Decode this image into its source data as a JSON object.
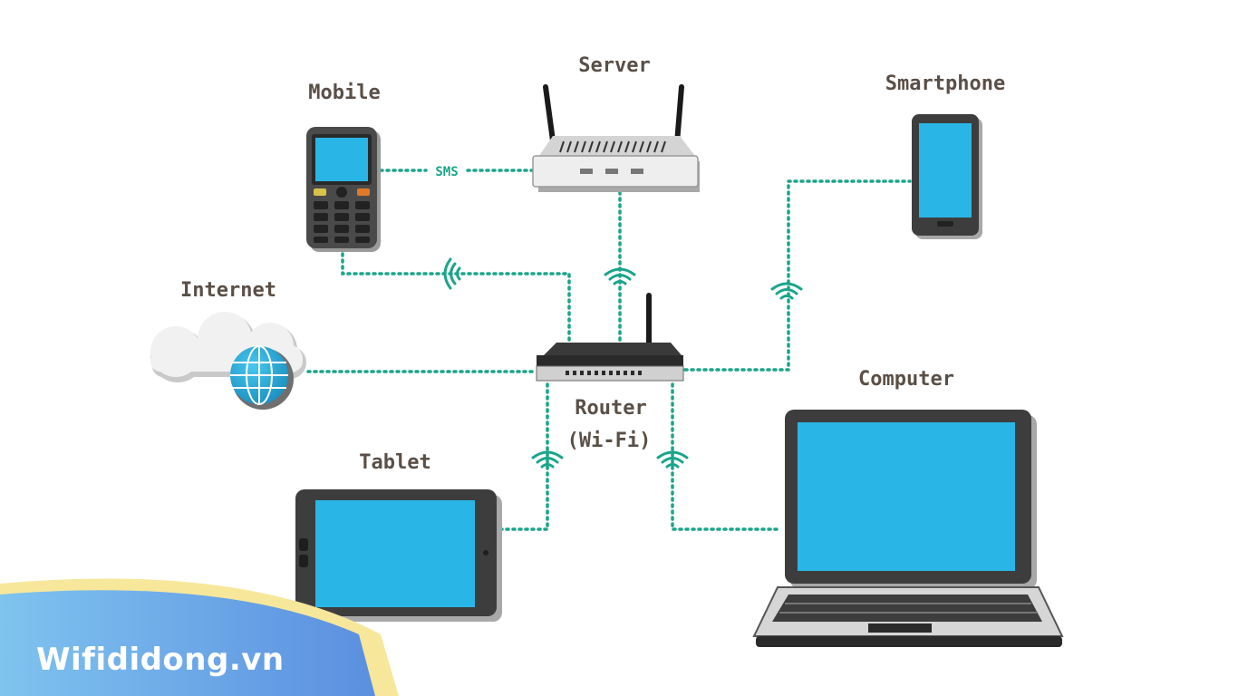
{
  "labels": {
    "mobile": "Mobile",
    "server": "Server",
    "smartphone": "Smartphone",
    "internet": "Internet",
    "router_line1": "Router",
    "router_line2": "(Wi-Fi)",
    "computer": "Computer",
    "tablet": "Tablet",
    "sms": "SMS"
  },
  "brand": {
    "text": "Wifididong.vn"
  },
  "colors": {
    "link": "#1aa58a",
    "screen": "#29b6e6",
    "device_body": "#3d3d3d",
    "label": "#5a4f46",
    "brand_blue": "#5aa3e6",
    "brand_yellow": "#f6e79b"
  }
}
